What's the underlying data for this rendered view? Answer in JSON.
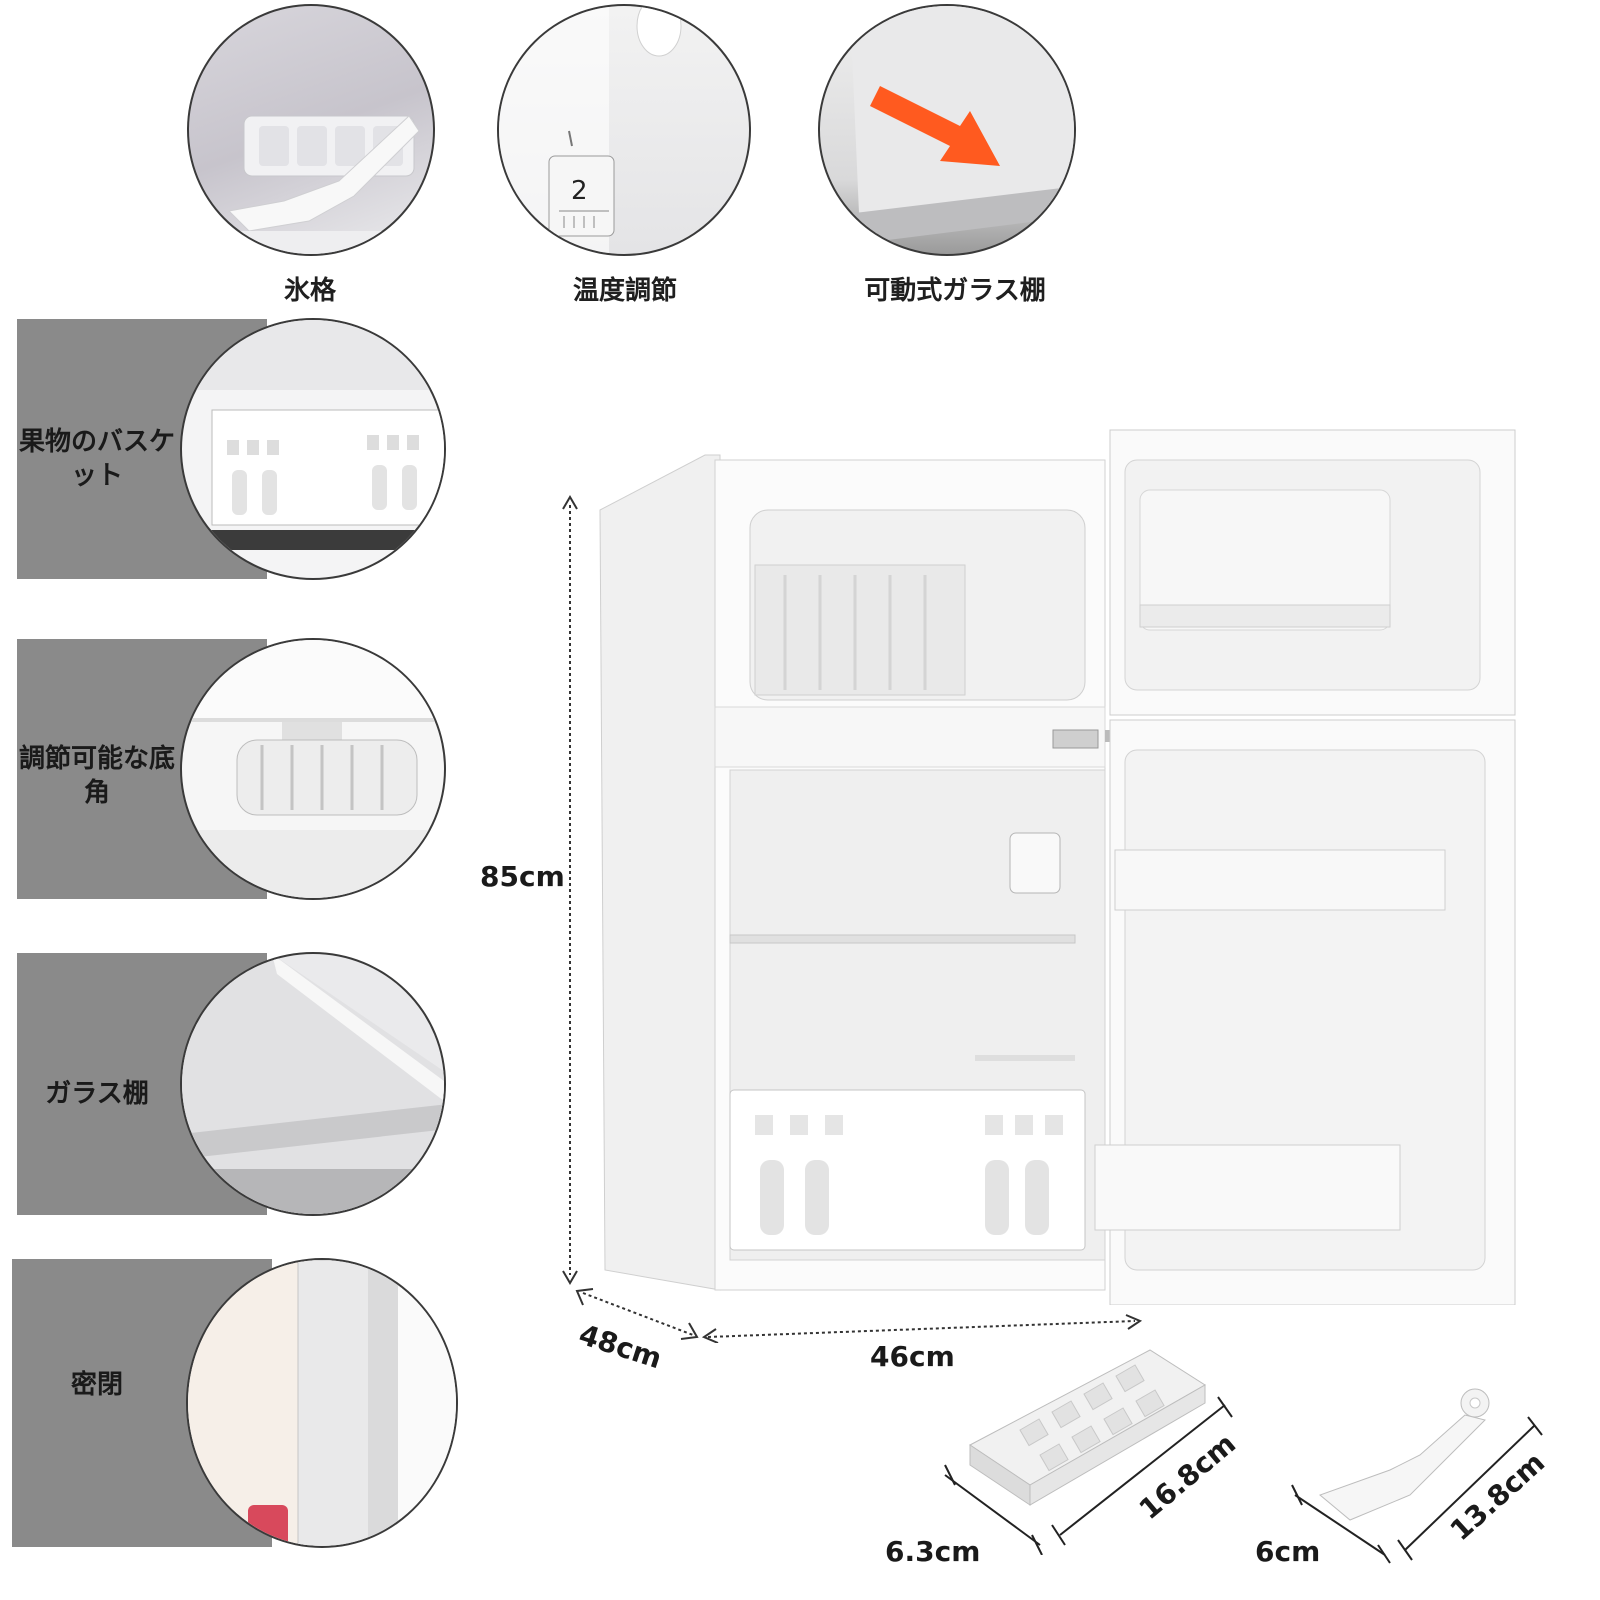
{
  "top_features": [
    {
      "label": "氷格",
      "icon": "ice-tray-icon"
    },
    {
      "label": "温度調節",
      "icon": "thermostat-dial-icon",
      "dial_number": "2"
    },
    {
      "label": "可動式ガラス棚",
      "icon": "glass-shelf-icon",
      "arrow_color": "#ff5a1f"
    }
  ],
  "side_features": [
    {
      "label": "果物のバスケット",
      "icon": "fruit-basket-icon"
    },
    {
      "label": "調節可能な底角",
      "icon": "adjustable-foot-icon"
    },
    {
      "label": "ガラス棚",
      "icon": "glass-shelf-icon"
    },
    {
      "label": "密閉",
      "icon": "door-seal-icon"
    }
  ],
  "dimensions": {
    "height": "85cm",
    "depth": "48cm",
    "width": "46cm"
  },
  "accessories": {
    "ice_tray": {
      "width": "6.3cm",
      "length": "16.8cm"
    },
    "scraper": {
      "width": "6cm",
      "length": "13.8cm"
    }
  },
  "colors": {
    "panel_gray": "#8a8a8a",
    "accent_orange": "#ff5a1f"
  }
}
